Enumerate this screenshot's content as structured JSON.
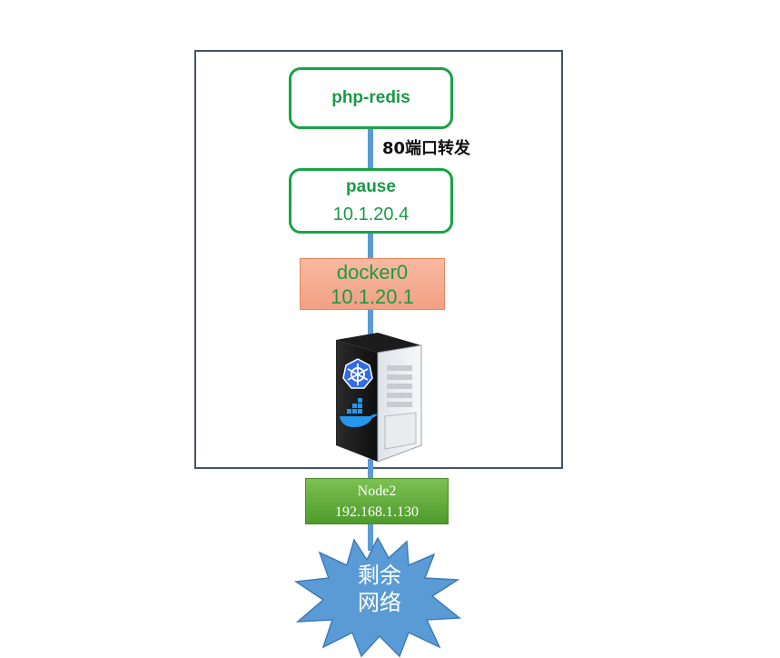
{
  "pod": {
    "container": {
      "name": "php-redis"
    },
    "port_forward_label": "80端口转发",
    "pause": {
      "name": "pause",
      "ip": "10.1.20.4"
    }
  },
  "bridge": {
    "name": "docker0",
    "ip": "10.1.20.1"
  },
  "server": {
    "icons": [
      "kubernetes-icon",
      "docker-icon"
    ]
  },
  "node": {
    "name": "Node2",
    "ip": "192.168.1.130"
  },
  "network": {
    "line1": "剩余",
    "line2": "网络"
  },
  "colors": {
    "frame": "#44546a",
    "wire": "#5b9bd5",
    "pod_border": "#17a345",
    "pod_text": "#1a9a47",
    "bridge_fill": "#f4a98c",
    "node_fill": "#5fae3a",
    "network_fill": "#5b9bd5"
  }
}
